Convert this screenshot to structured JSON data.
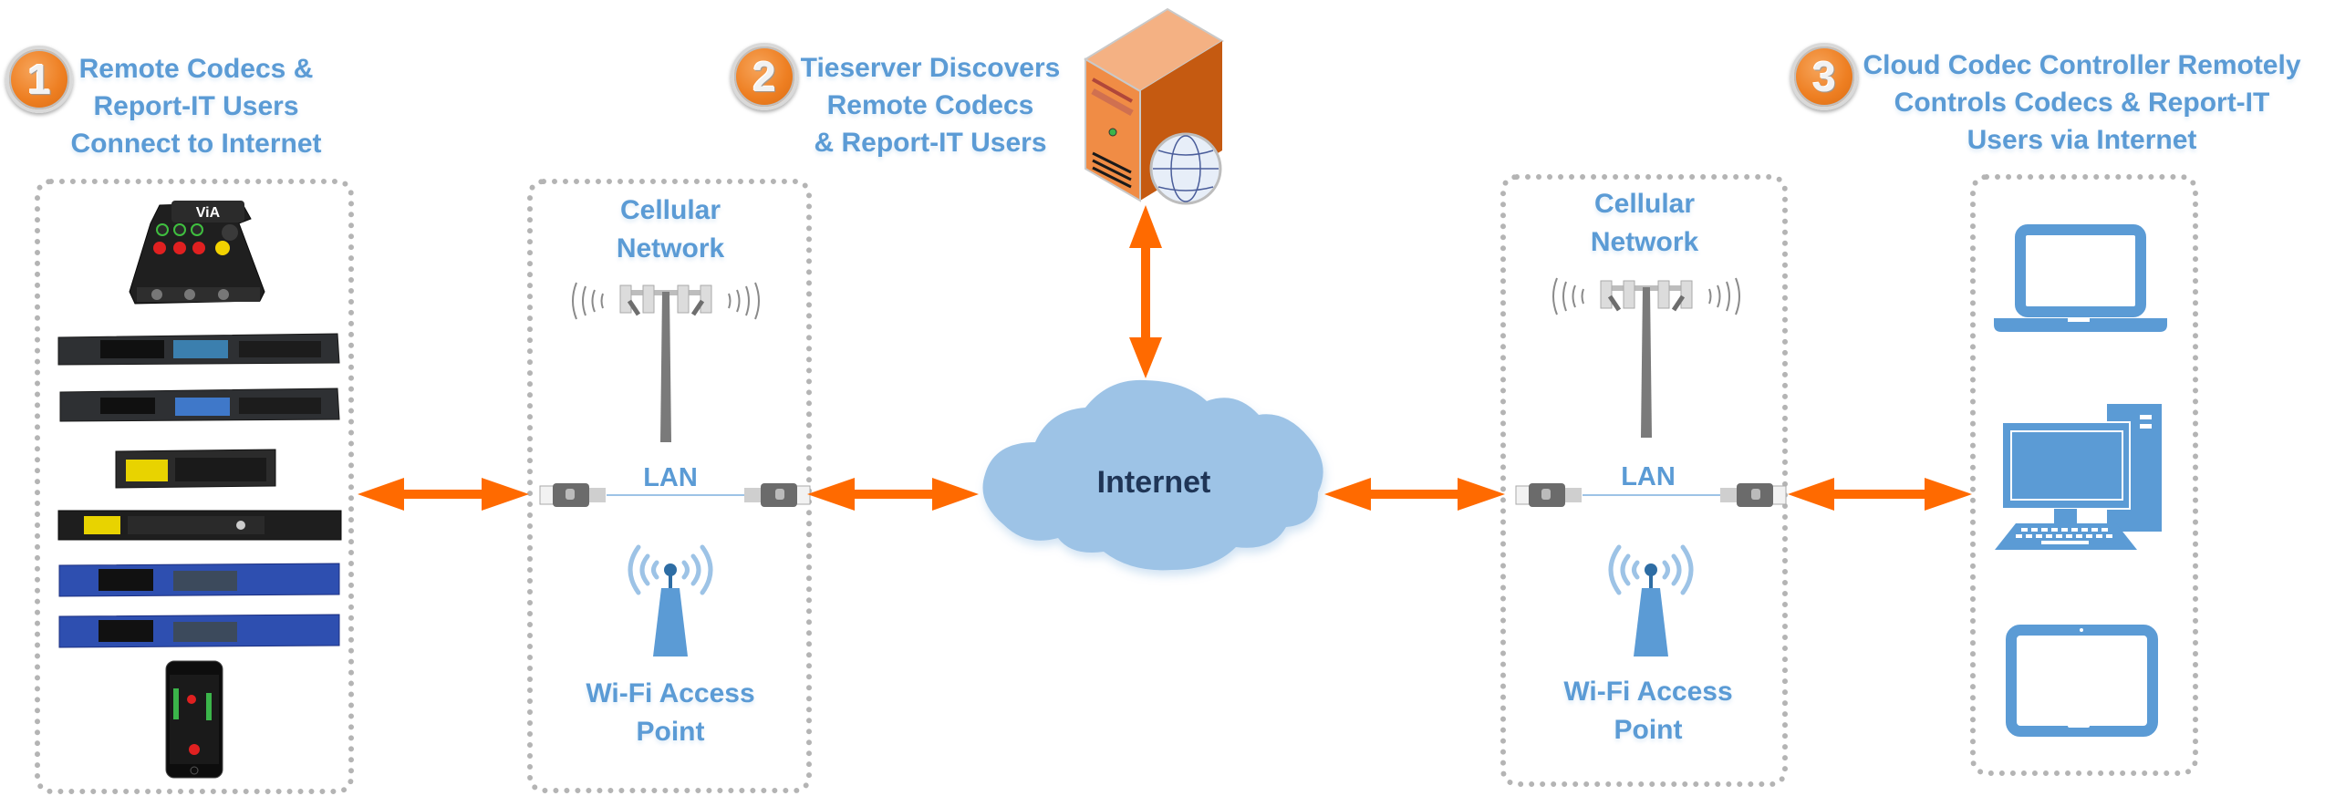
{
  "steps": [
    {
      "number": "1",
      "lines": [
        "Remote Codecs &",
        "Report-IT Users",
        "Connect to Internet"
      ]
    },
    {
      "number": "2",
      "lines": [
        "Tieserver Discovers",
        "Remote Codecs",
        "& Report-IT Users"
      ]
    },
    {
      "number": "3",
      "lines": [
        "Cloud Codec Controller Remotely",
        "Controls Codecs & Report-IT",
        "Users via Internet"
      ]
    }
  ],
  "left_network": {
    "cellular_lines": [
      "Cellular",
      "Network"
    ],
    "lan_label": "LAN",
    "wifi_lines": [
      "Wi-Fi Access",
      "Point"
    ]
  },
  "right_network": {
    "cellular_lines": [
      "Cellular",
      "Network"
    ],
    "lan_label": "LAN",
    "wifi_lines": [
      "Wi-Fi Access",
      "Point"
    ]
  },
  "cloud": {
    "label": "Internet"
  },
  "devices": {
    "via_label": "ViA",
    "hardware": [
      "via-portable-codec",
      "rackmount-codec-1",
      "rackmount-codec-2",
      "bridge-it-codec",
      "bridge-it-xtra-codec",
      "blue-rack-codec-1",
      "blue-rack-codec-2",
      "report-it-smartphone"
    ]
  },
  "clients": [
    "laptop",
    "desktop-computer",
    "tablet"
  ],
  "colors": {
    "accent_blue": "#5b9bd5",
    "arrow_orange": "#ff6a00",
    "cloud_blue": "#9dc3e6",
    "server_orange": "#ee8a3f",
    "dotted_gray": "#b4b4b4"
  }
}
